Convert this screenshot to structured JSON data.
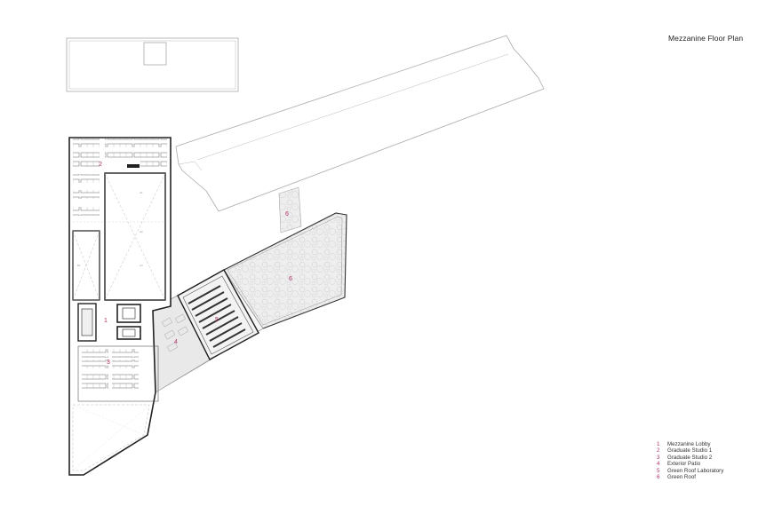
{
  "title": "Mezzanine Floor Plan",
  "legend": [
    {
      "num": "1",
      "label": "Mezzanine Lobby"
    },
    {
      "num": "2",
      "label": "Graduate Studio 1"
    },
    {
      "num": "3",
      "label": "Graduate Studio 2"
    },
    {
      "num": "4",
      "label": "Exterior Patio"
    },
    {
      "num": "5",
      "label": "Green Roof Laboratory"
    },
    {
      "num": "6",
      "label": "Green Roof"
    }
  ],
  "room_labels": {
    "lobby": "1",
    "studio1": "2",
    "studio2": "3",
    "patio": "4",
    "lab": "5",
    "roof_main": "6",
    "roof_strip": "6"
  },
  "colors": {
    "label_accent": "#b0306a",
    "wall": "#222222",
    "thin_line": "#9a9a9a",
    "roof_fill": "#ececec",
    "patio_fill": "#e9e9e9"
  }
}
